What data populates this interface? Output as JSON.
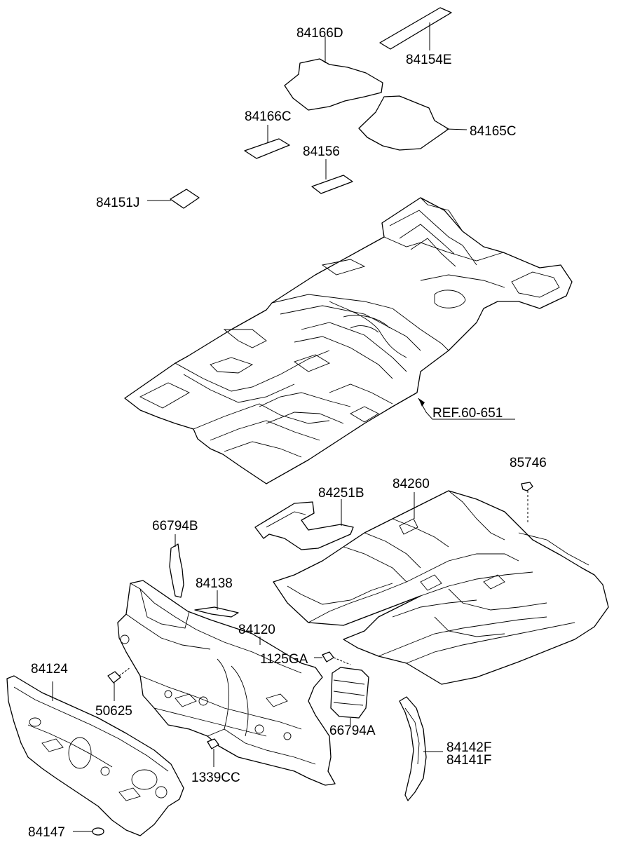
{
  "labels": {
    "p84166D": "84166D",
    "p84154E": "84154E",
    "p84166C": "84166C",
    "p84165C": "84165C",
    "p84156": "84156",
    "p84151J": "84151J",
    "ref": "REF.60-651",
    "p85746": "85746",
    "p84260": "84260",
    "p84251B": "84251B",
    "p66794B": "66794B",
    "p84138": "84138",
    "p84120": "84120",
    "p1125GA": "1125GA",
    "p84124": "84124",
    "p50625": "50625",
    "p66794A": "66794A",
    "p84142F": "84142F",
    "p84141F": "84141F",
    "p1339CC": "1339CC",
    "p84147": "84147"
  }
}
